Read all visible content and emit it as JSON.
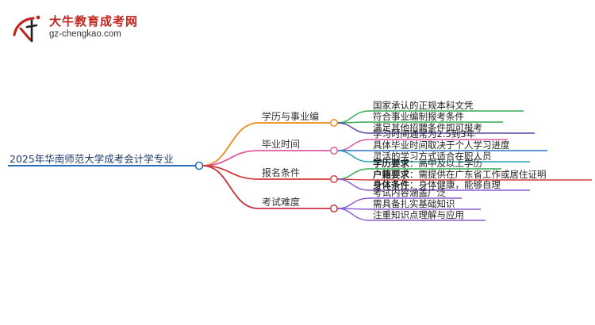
{
  "brand": {
    "title": "大牛教育成考网",
    "url": "gz-chengkao.com"
  },
  "mindmap": {
    "root": "2025年华南师范大学成考会计学专业",
    "branches": [
      {
        "label": "学历与事业编",
        "color": "#f08a1c",
        "leaves": [
          {
            "text": "国家承认的正规本科文凭",
            "color": "#33a852"
          },
          {
            "text": "符合事业编制报考条件",
            "color": "#33a852"
          },
          {
            "text": "满足其他招聘条件即可报考",
            "color": "#5a3eaa"
          }
        ]
      },
      {
        "label": "毕业时间",
        "color": "#e0589e",
        "leaves": [
          {
            "text": "学习时间通常为2.5到3年",
            "color": "#e0589e"
          },
          {
            "text": "具体毕业时间取决于个人学习进度",
            "color": "#2b73c9"
          },
          {
            "text": "灵活的学习方式适合在职人员",
            "color": "#2aa0b8"
          }
        ]
      },
      {
        "label": "报名条件",
        "color": "#d43a3a",
        "leaves": [
          {
            "bold": "学历要求",
            "text": "：高中及以上学历",
            "color": "#33a852"
          },
          {
            "bold": "户籍要求",
            "text": "：需提供在广东省工作或居住证明",
            "color": "#d43a3a"
          },
          {
            "bold": "身体条件",
            "text": "：身体健康，能够自理",
            "color": "#8a5ad0"
          }
        ]
      },
      {
        "label": "考试难度",
        "color": "#c4303c",
        "leaves": [
          {
            "text": "考试内容涵盖广泛",
            "color": "#8a5ad0"
          },
          {
            "text": "需具备扎实基础知识",
            "color": "#8a5ad0"
          },
          {
            "text": "注重知识点理解与应用",
            "color": "#8a5ad0"
          }
        ]
      }
    ]
  }
}
